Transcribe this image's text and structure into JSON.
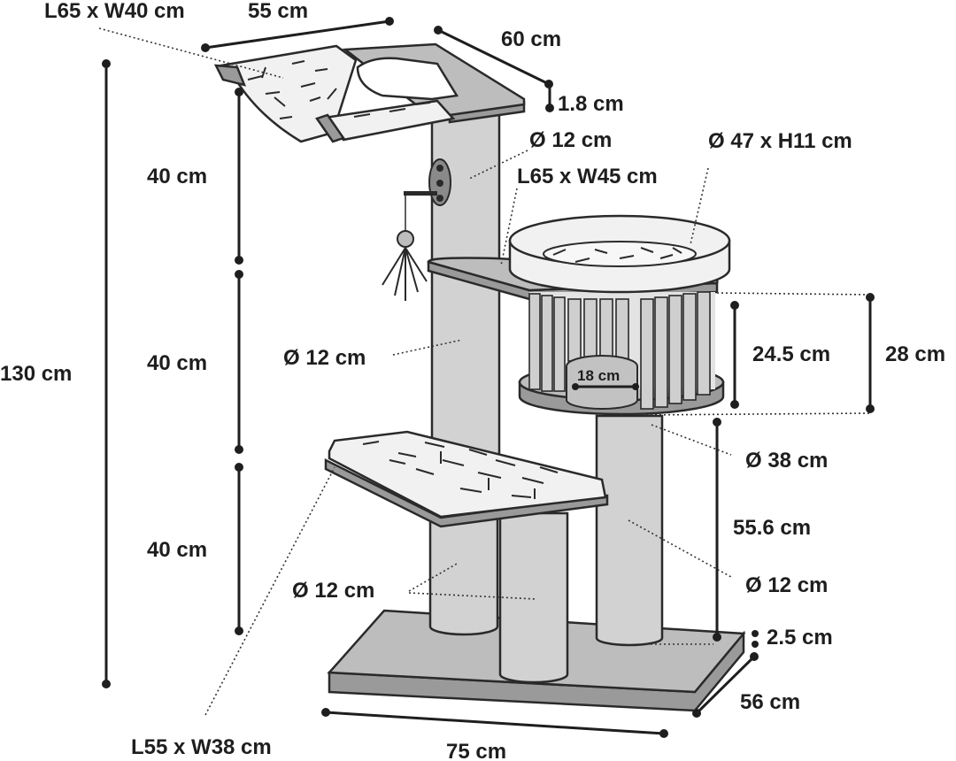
{
  "dimensions": {
    "hammock_size": "L65 x W40 cm",
    "top_width": "55 cm",
    "top_depth": "60 cm",
    "top_thickness": "1.8 cm",
    "post_top": "Ø 12 cm",
    "bed_size": "Ø 47 x H11 cm",
    "mid_platform": "L65 x W45 cm",
    "post_mid": "Ø 12 cm",
    "seg_upper": "40 cm",
    "seg_middle": "40 cm",
    "seg_lower": "40 cm",
    "total_height": "130 cm",
    "cave_inner_height": "24.5 cm",
    "cave_outer_height": "28 cm",
    "cave_opening": "18 cm",
    "cave_diameter": "Ø 38 cm",
    "post_right_height": "55.6 cm",
    "post_right": "Ø 12 cm",
    "post_lower": "Ø 12 cm",
    "base_thickness": "2.5 cm",
    "base_depth": "56 cm",
    "base_width": "75 cm",
    "low_platform": "L55 x W38 cm"
  }
}
